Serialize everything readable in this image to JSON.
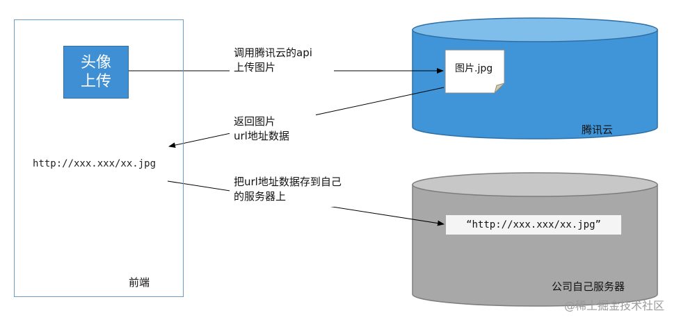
{
  "frontend": {
    "label": "前端",
    "upload_button": {
      "line1": "头像",
      "line2": "上传"
    },
    "url_text": "http://xxx.xxx/xx.jpg"
  },
  "steps": {
    "step1_line1": "调用腾讯云的api",
    "step1_line2": "上传图片",
    "step2_line1": "返回图片",
    "step2_line2": "url地址数据",
    "step3_line1": "把url地址数据存到自己",
    "step3_line2": "的服务器上"
  },
  "tencent_cloud": {
    "label": "腾讯云",
    "file_name": "图片.jpg"
  },
  "own_server": {
    "label": "公司自己服务器",
    "stored_url": "“http://xxx.xxx/xx.jpg”"
  },
  "watermark": "@稀土掘金技术社区",
  "colors": {
    "cloud_blue": "#3f95d8",
    "server_gray": "#a8a8a8",
    "frontend_border": "#6a9ac7"
  }
}
